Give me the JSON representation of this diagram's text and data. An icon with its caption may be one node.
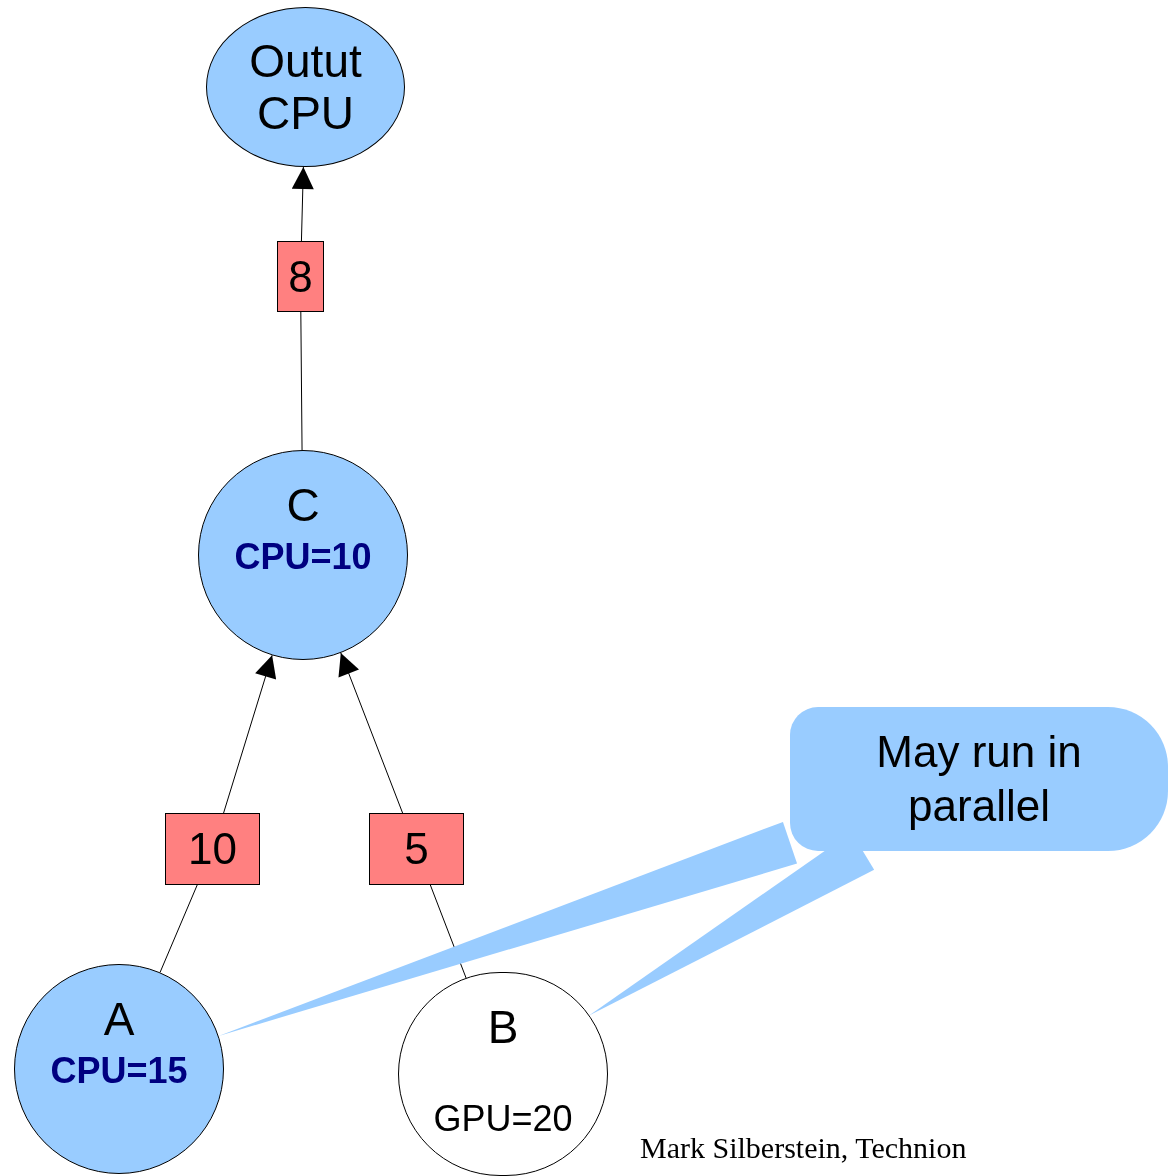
{
  "diagram": {
    "nodes": [
      {
        "text": [
          "Outut CPU"
        ]
      },
      {
        "text": [
          "8"
        ]
      },
      {
        "text": [
          "C",
          "CPU=10"
        ]
      },
      {
        "text": [
          "10"
        ]
      },
      {
        "text": [
          "5"
        ]
      },
      {
        "text": [
          "A",
          "CPU=15"
        ]
      },
      {
        "text": [
          "B",
          "GPU=20"
        ]
      },
      {
        "text": [
          "May run in parallel"
        ]
      }
    ],
    "edges": [
      {
        "from": 2,
        "to": 1,
        "arrow": "none"
      },
      {
        "from": 1,
        "to": 0,
        "arrow": "to"
      },
      {
        "from": 5,
        "to": 3,
        "arrow": "none"
      },
      {
        "from": 3,
        "to": 2,
        "arrow": "to"
      },
      {
        "from": 6,
        "to": 4,
        "arrow": "none"
      },
      {
        "from": 4,
        "to": 2,
        "arrow": "to"
      },
      {
        "from": 7,
        "to": 5,
        "arrow": "none",
        "color": "#99ccff"
      },
      {
        "from": 7,
        "to": 6,
        "arrow": "none",
        "color": "#99ccff"
      }
    ],
    "labels": [
      "Mark Silberstein, Technion"
    ]
  }
}
